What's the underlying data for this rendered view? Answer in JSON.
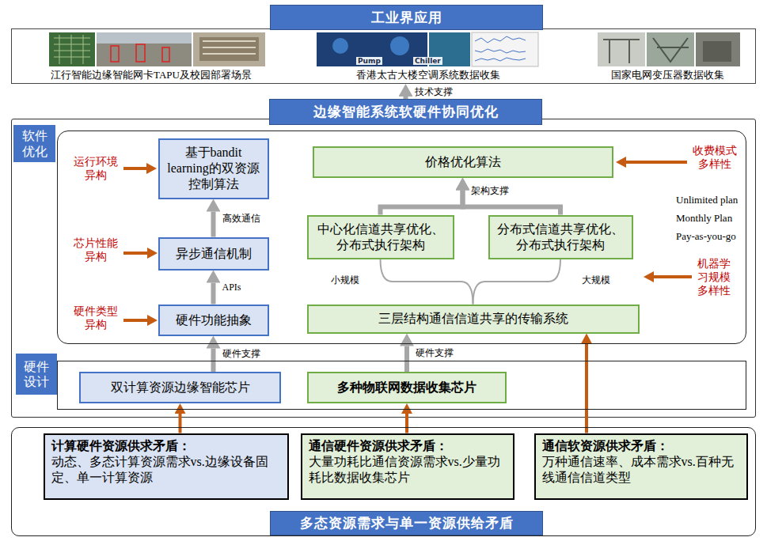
{
  "diagram": {
    "nodes": [
      {
        "text": [
          "工业界应用",
          "江行智能边缘智能网卡TAPU及校园部署场景",
          "香港太古大楼空调系统数据收集",
          "国家电网变压器数据收集"
        ]
      },
      {
        "text": [
          "边缘智能系统软硬件协同优化"
        ]
      },
      {
        "text": [
          "软件优化"
        ]
      },
      {
        "text": [
          "基于bandit learning的双资源控制算法"
        ],
        "in": 2
      },
      {
        "text": [
          "价格优化算法"
        ],
        "in": 2
      },
      {
        "text": [
          "异步通信机制"
        ],
        "in": 2
      },
      {
        "text": [
          "中心化信道共享优化、分布式执行架构"
        ],
        "in": 2
      },
      {
        "text": [
          "分布式信道共享优化、分布式执行架构"
        ],
        "in": 2
      },
      {
        "text": [
          "硬件功能抽象"
        ],
        "in": 2
      },
      {
        "text": [
          "三层结构通信信道共享的传输系统"
        ],
        "in": 2
      },
      {
        "text": [
          "硬件设计"
        ]
      },
      {
        "text": [
          "双计算资源边缘智能芯片"
        ],
        "in": 10
      },
      {
        "text": [
          "多种物联网数据收集芯片"
        ],
        "in": 10
      },
      {
        "text": [
          "多态资源需求与单一资源供给矛盾"
        ]
      },
      {
        "text": [
          "计算硬件资源供求矛盾：",
          "动态、多态计算资源需求vs.边缘设备固定、单一计算资源"
        ],
        "in": 13
      },
      {
        "text": [
          "通信硬件资源供求矛盾：",
          "大量功耗比通信资源需求vs.少量功耗比数据收集芯片"
        ],
        "in": 13
      },
      {
        "text": [
          "通信软资源供求矛盾：",
          "万种通信速率、成本需求vs.百种无线通信信道类型"
        ],
        "in": 13
      }
    ],
    "edges": [
      {
        "from": 1,
        "to": 0,
        "arrow": "to",
        "label": "技术支撑"
      },
      {
        "from": 8,
        "to": 5,
        "arrow": "to",
        "label": "APIs"
      },
      {
        "from": 5,
        "to": 3,
        "arrow": "to",
        "label": "高效通信"
      },
      {
        "from": 9,
        "to": 6,
        "arrow": "none",
        "label": "小规模"
      },
      {
        "from": 9,
        "to": 7,
        "arrow": "none",
        "label": "大规模"
      },
      {
        "from": 6,
        "to": 4,
        "arrow": "to",
        "label": "架构支撑"
      },
      {
        "from": 7,
        "to": 4,
        "arrow": "to"
      },
      {
        "from": 11,
        "to": 8,
        "arrow": "to",
        "label": "硬件支撑"
      },
      {
        "from": 12,
        "to": 9,
        "arrow": "to",
        "label": "硬件支撑"
      },
      {
        "from": 14,
        "to": 11,
        "arrow": "to"
      },
      {
        "from": 15,
        "to": 12,
        "arrow": "to"
      },
      {
        "from": 16,
        "to": 9,
        "arrow": "to"
      }
    ],
    "labels": [
      "运行环境异构",
      "芯片性能异构",
      "硬件类型异构",
      "收费模式多样性",
      "Unlimited plan",
      "Monthly Plan",
      "Pay-as-you-go",
      "机器学习规模多样性",
      "Pump",
      "Chiller"
    ]
  }
}
